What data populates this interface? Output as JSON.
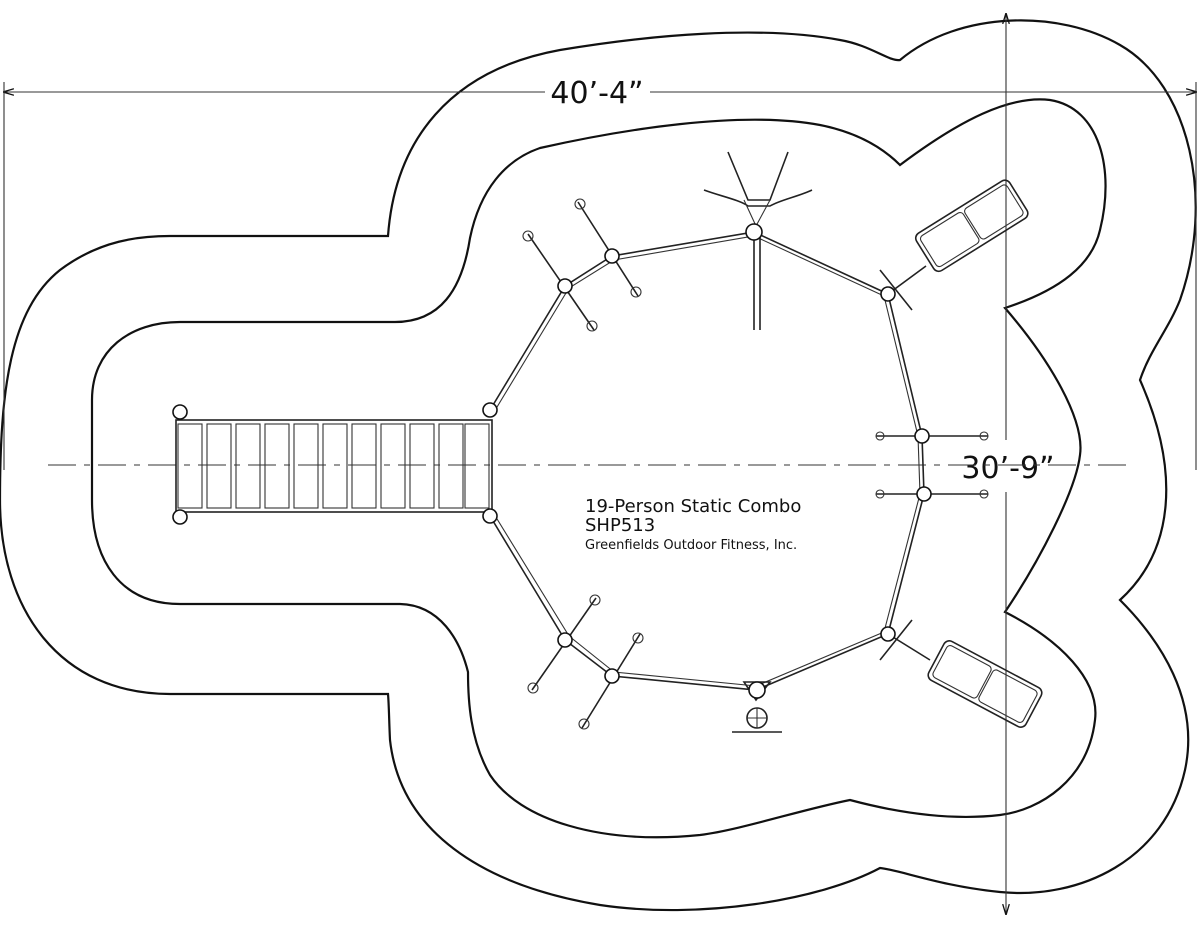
{
  "dimensions": {
    "width": "40’-4”",
    "depth": "30’-9”"
  },
  "product": {
    "name": "19-Person Static Combo",
    "code": "SHP513",
    "company": "Greenfields Outdoor Fitness, Inc."
  },
  "colors": {
    "line": "#111111",
    "background": "#ffffff"
  }
}
